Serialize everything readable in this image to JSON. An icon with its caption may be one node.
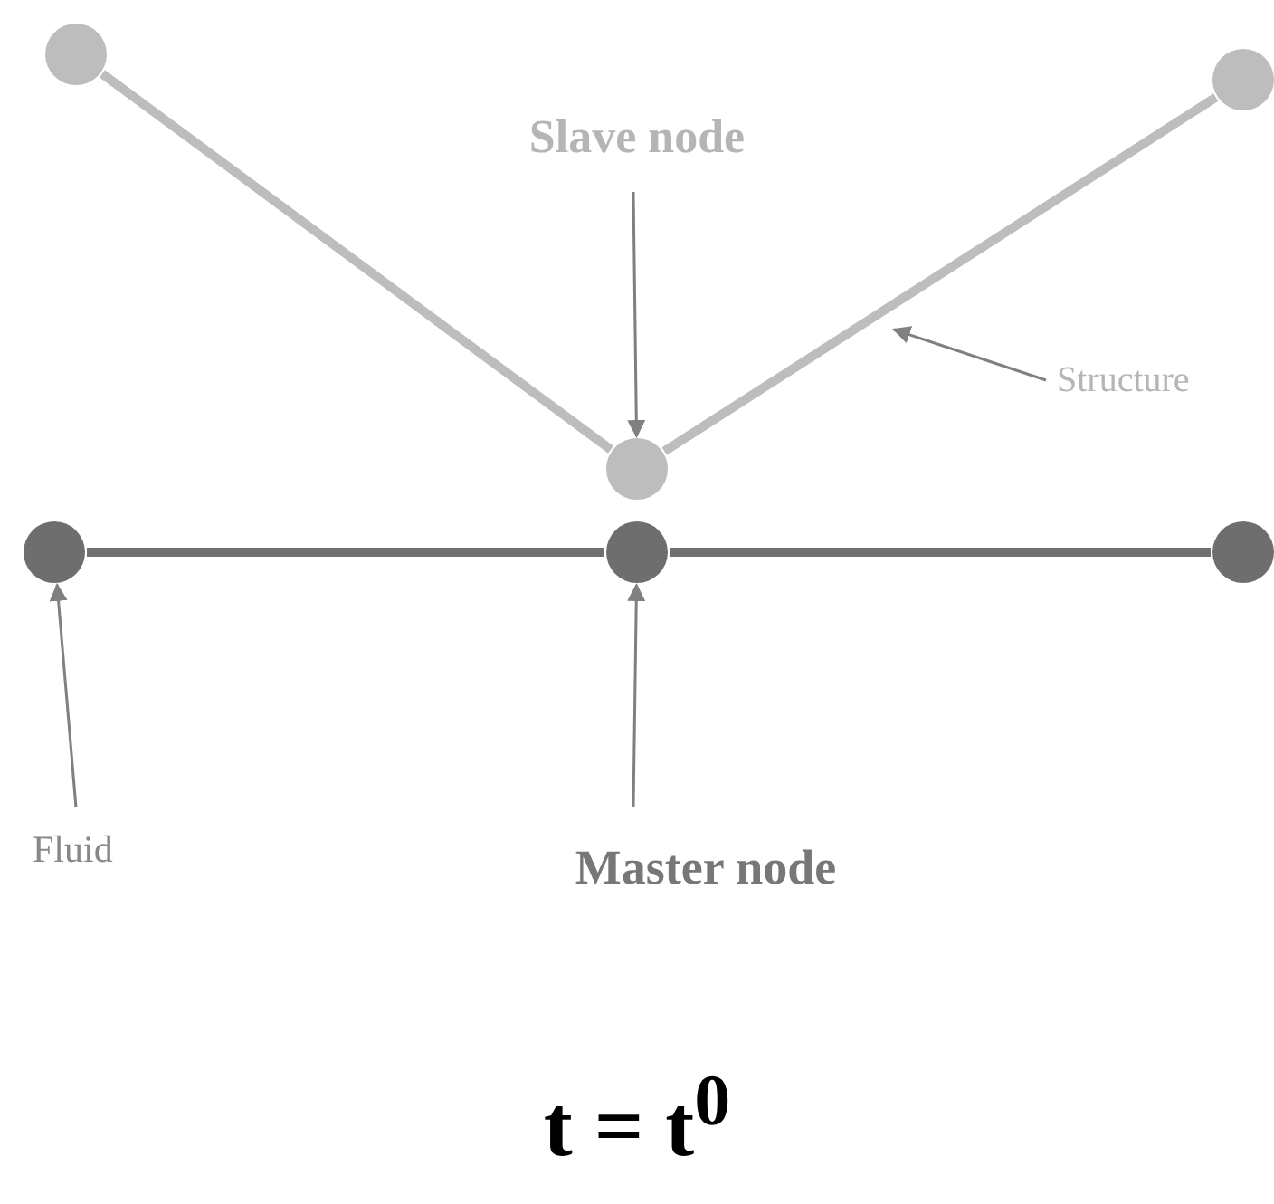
{
  "diagram": {
    "caption": "t = t$^{0}$",
    "nodes": [
      {
        "text": [],
        "shape": "circle"
      },
      {
        "text": [],
        "shape": "circle"
      },
      {
        "text": [
          "Slave node"
        ]
      },
      {
        "text": [],
        "shape": "circle"
      },
      {
        "text": [
          "Structure"
        ]
      },
      {
        "text": [],
        "shape": "circle"
      },
      {
        "text": [],
        "shape": "circle"
      },
      {
        "text": [],
        "shape": "circle"
      },
      {
        "text": [
          "Fluid"
        ]
      },
      {
        "text": [
          "Master node"
        ]
      }
    ],
    "edges": [
      {
        "from": 0,
        "to": 3,
        "arrow": "none",
        "style": "thick",
        "color": "#bdbdbd"
      },
      {
        "from": 3,
        "to": 1,
        "arrow": "none",
        "style": "thick",
        "color": "#bdbdbd"
      },
      {
        "from": 5,
        "to": 6,
        "arrow": "none",
        "style": "thick",
        "color": "#707070"
      },
      {
        "from": 6,
        "to": 7,
        "arrow": "none",
        "style": "thick",
        "color": "#707070"
      },
      {
        "from": 2,
        "to": 3,
        "arrow": "to"
      },
      {
        "from": 4,
        "to": null,
        "arrow": "to"
      },
      {
        "from": 8,
        "to": 5,
        "arrow": "to"
      },
      {
        "from": 9,
        "to": 6,
        "arrow": "to"
      }
    ]
  }
}
